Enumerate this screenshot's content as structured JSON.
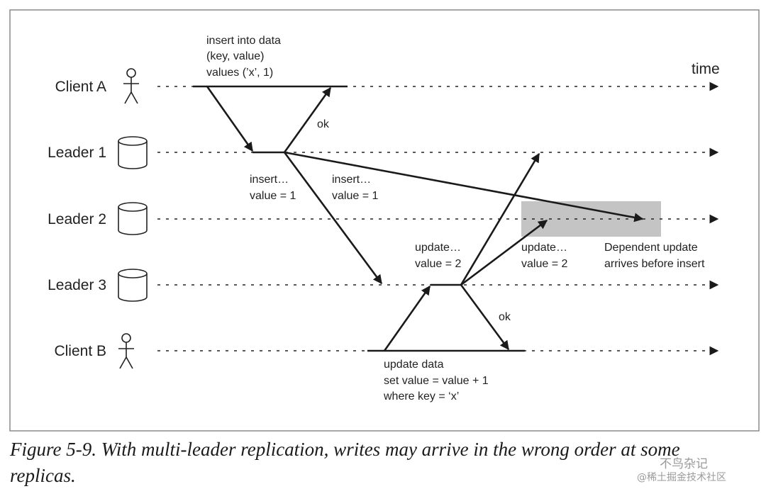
{
  "diagram": {
    "time_label": "time",
    "lanes": {
      "client_a": "Client A",
      "leader_1": "Leader 1",
      "leader_2": "Leader 2",
      "leader_3": "Leader 3",
      "client_b": "Client B"
    },
    "notes": {
      "insert_request": [
        "insert into data",
        "(key, value)",
        "values (’x’, 1)"
      ],
      "ok_a": "ok",
      "ok_b": "ok",
      "insert_to_l3": [
        "insert…",
        "value = 1"
      ],
      "insert_to_l2": [
        "insert…",
        "value = 1"
      ],
      "update_to_l1": [
        "update…",
        "value = 2"
      ],
      "update_to_l2": [
        "update…",
        "value = 2"
      ],
      "dependent": [
        "Dependent update",
        "arrives before insert"
      ],
      "update_request": [
        "update data",
        "set value = value + 1",
        "where key = ‘x’"
      ]
    },
    "highlight_color": "#c4c4c4"
  },
  "caption": {
    "line1": "Figure 5-9. With multi-leader replication, writes may arrive in the wrong order at some",
    "line2": "replicas."
  },
  "watermark": {
    "line1": "不鸟杂记",
    "line2": "@稀土掘金技术社区"
  }
}
